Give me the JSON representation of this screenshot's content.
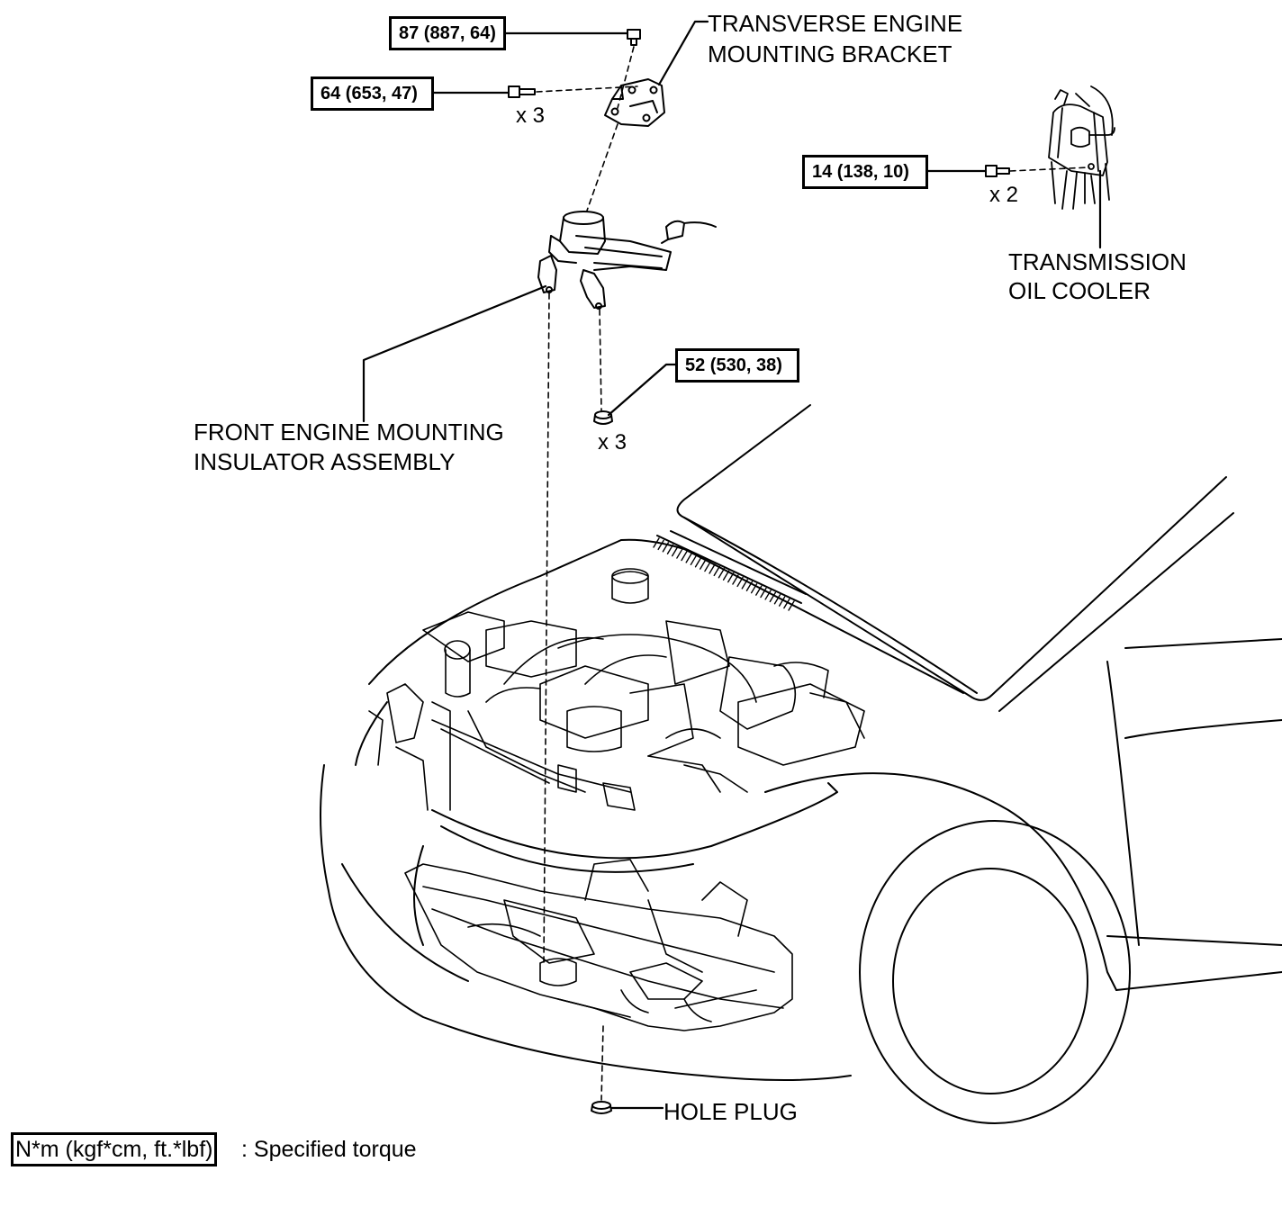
{
  "torque_specs": {
    "bracket_top_bolt": "87 (887, 64)",
    "bracket_side_bolts": "64 (653, 47)",
    "oil_cooler_bolts": "14 (138, 10)",
    "insulator_nuts": "52 (530, 38)"
  },
  "quantities": {
    "bracket_side_bolts": "x 3",
    "oil_cooler_bolts": "x 2",
    "insulator_nuts": "x 3"
  },
  "part_labels": {
    "transverse_bracket_line1": "TRANSVERSE ENGINE",
    "transverse_bracket_line2": "MOUNTING BRACKET",
    "oil_cooler_line1": "TRANSMISSION",
    "oil_cooler_line2": "OIL COOLER",
    "insulator_line1": "FRONT ENGINE MOUNTING",
    "insulator_line2": "INSULATOR ASSEMBLY",
    "hole_plug": "HOLE PLUG"
  },
  "legend": {
    "unit": "N*m (kgf*cm, ft.*lbf)",
    "description": ": Specified torque"
  }
}
